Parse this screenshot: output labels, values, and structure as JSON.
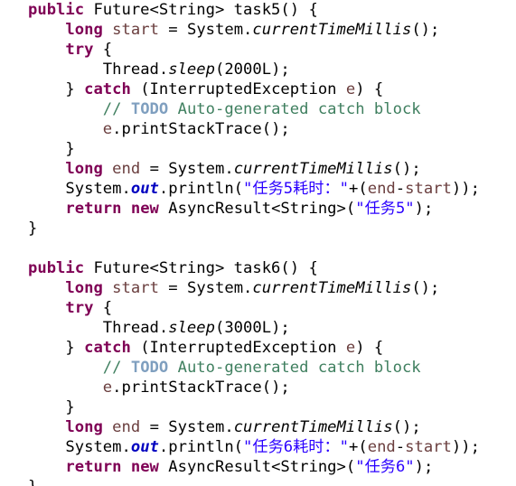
{
  "colors": {
    "background": "#ffffff",
    "keyword": "#7f0055",
    "string": "#2a00ff",
    "comment": "#3f7f5f",
    "todo_tag": "#7f9fbf",
    "static_field": "#0000c0",
    "local_variable": "#6a3e3e",
    "default_text": "#000000"
  },
  "code_lines": [
    {
      "indent": "",
      "tokens": [
        {
          "t": "public",
          "c": "kw"
        },
        {
          "t": " Future<String> task5() {",
          "c": ""
        }
      ]
    },
    {
      "indent": "    ",
      "tokens": [
        {
          "t": "long",
          "c": "kw"
        },
        {
          "t": " ",
          "c": ""
        },
        {
          "t": "start",
          "c": "local"
        },
        {
          "t": " = System.",
          "c": ""
        },
        {
          "t": "currentTimeMillis",
          "c": "static-method"
        },
        {
          "t": "();",
          "c": ""
        }
      ]
    },
    {
      "indent": "    ",
      "tokens": [
        {
          "t": "try",
          "c": "kw"
        },
        {
          "t": " {",
          "c": ""
        }
      ]
    },
    {
      "indent": "        ",
      "tokens": [
        {
          "t": "Thread.",
          "c": ""
        },
        {
          "t": "sleep",
          "c": "static-method"
        },
        {
          "t": "(2000L);",
          "c": ""
        }
      ]
    },
    {
      "indent": "    ",
      "tokens": [
        {
          "t": "} ",
          "c": ""
        },
        {
          "t": "catch",
          "c": "kw"
        },
        {
          "t": " (InterruptedException ",
          "c": ""
        },
        {
          "t": "e",
          "c": "local"
        },
        {
          "t": ") {",
          "c": ""
        }
      ]
    },
    {
      "indent": "        ",
      "tokens": [
        {
          "t": "// ",
          "c": "cmt"
        },
        {
          "t": "TODO",
          "c": "todo"
        },
        {
          "t": " Auto-generated catch block",
          "c": "cmt"
        }
      ]
    },
    {
      "indent": "        ",
      "tokens": [
        {
          "t": "e",
          "c": "local"
        },
        {
          "t": ".printStackTrace();",
          "c": ""
        }
      ]
    },
    {
      "indent": "    ",
      "tokens": [
        {
          "t": "}",
          "c": ""
        }
      ]
    },
    {
      "indent": "    ",
      "tokens": [
        {
          "t": "long",
          "c": "kw"
        },
        {
          "t": " ",
          "c": ""
        },
        {
          "t": "end",
          "c": "local"
        },
        {
          "t": " = System.",
          "c": ""
        },
        {
          "t": "currentTimeMillis",
          "c": "static-method"
        },
        {
          "t": "();",
          "c": ""
        }
      ]
    },
    {
      "indent": "    ",
      "tokens": [
        {
          "t": "System.",
          "c": ""
        },
        {
          "t": "out",
          "c": "static-field"
        },
        {
          "t": ".println(",
          "c": ""
        },
        {
          "t": "\"任务5耗时：\"",
          "c": "str"
        },
        {
          "t": "+(",
          "c": ""
        },
        {
          "t": "end",
          "c": "local"
        },
        {
          "t": "-",
          "c": ""
        },
        {
          "t": "start",
          "c": "local"
        },
        {
          "t": "));",
          "c": ""
        }
      ]
    },
    {
      "indent": "    ",
      "tokens": [
        {
          "t": "return",
          "c": "kw"
        },
        {
          "t": " ",
          "c": ""
        },
        {
          "t": "new",
          "c": "kw"
        },
        {
          "t": " AsyncResult<String>(",
          "c": ""
        },
        {
          "t": "\"任务5\"",
          "c": "str"
        },
        {
          "t": ");",
          "c": ""
        }
      ]
    },
    {
      "indent": "",
      "tokens": [
        {
          "t": "}",
          "c": ""
        }
      ]
    },
    {
      "indent": "",
      "tokens": []
    },
    {
      "indent": "",
      "tokens": [
        {
          "t": "public",
          "c": "kw"
        },
        {
          "t": " Future<String> task6() {",
          "c": ""
        }
      ]
    },
    {
      "indent": "    ",
      "tokens": [
        {
          "t": "long",
          "c": "kw"
        },
        {
          "t": " ",
          "c": ""
        },
        {
          "t": "start",
          "c": "local"
        },
        {
          "t": " = System.",
          "c": ""
        },
        {
          "t": "currentTimeMillis",
          "c": "static-method"
        },
        {
          "t": "();",
          "c": ""
        }
      ]
    },
    {
      "indent": "    ",
      "tokens": [
        {
          "t": "try",
          "c": "kw"
        },
        {
          "t": " {",
          "c": ""
        }
      ]
    },
    {
      "indent": "        ",
      "tokens": [
        {
          "t": "Thread.",
          "c": ""
        },
        {
          "t": "sleep",
          "c": "static-method"
        },
        {
          "t": "(3000L);",
          "c": ""
        }
      ]
    },
    {
      "indent": "    ",
      "tokens": [
        {
          "t": "} ",
          "c": ""
        },
        {
          "t": "catch",
          "c": "kw"
        },
        {
          "t": " (InterruptedException ",
          "c": ""
        },
        {
          "t": "e",
          "c": "local"
        },
        {
          "t": ") {",
          "c": ""
        }
      ]
    },
    {
      "indent": "        ",
      "tokens": [
        {
          "t": "// ",
          "c": "cmt"
        },
        {
          "t": "TODO",
          "c": "todo"
        },
        {
          "t": " Auto-generated catch block",
          "c": "cmt"
        }
      ]
    },
    {
      "indent": "        ",
      "tokens": [
        {
          "t": "e",
          "c": "local"
        },
        {
          "t": ".printStackTrace();",
          "c": ""
        }
      ]
    },
    {
      "indent": "    ",
      "tokens": [
        {
          "t": "}",
          "c": ""
        }
      ]
    },
    {
      "indent": "    ",
      "tokens": [
        {
          "t": "long",
          "c": "kw"
        },
        {
          "t": " ",
          "c": ""
        },
        {
          "t": "end",
          "c": "local"
        },
        {
          "t": " = System.",
          "c": ""
        },
        {
          "t": "currentTimeMillis",
          "c": "static-method"
        },
        {
          "t": "();",
          "c": ""
        }
      ]
    },
    {
      "indent": "    ",
      "tokens": [
        {
          "t": "System.",
          "c": ""
        },
        {
          "t": "out",
          "c": "static-field"
        },
        {
          "t": ".println(",
          "c": ""
        },
        {
          "t": "\"任务6耗时：\"",
          "c": "str"
        },
        {
          "t": "+(",
          "c": ""
        },
        {
          "t": "end",
          "c": "local"
        },
        {
          "t": "-",
          "c": ""
        },
        {
          "t": "start",
          "c": "local"
        },
        {
          "t": "));",
          "c": ""
        }
      ]
    },
    {
      "indent": "    ",
      "tokens": [
        {
          "t": "return",
          "c": "kw"
        },
        {
          "t": " ",
          "c": ""
        },
        {
          "t": "new",
          "c": "kw"
        },
        {
          "t": " AsyncResult<String>(",
          "c": ""
        },
        {
          "t": "\"任务6\"",
          "c": "str"
        },
        {
          "t": ");",
          "c": ""
        }
      ]
    },
    {
      "indent": "",
      "tokens": [
        {
          "t": "}",
          "c": ""
        }
      ]
    }
  ]
}
